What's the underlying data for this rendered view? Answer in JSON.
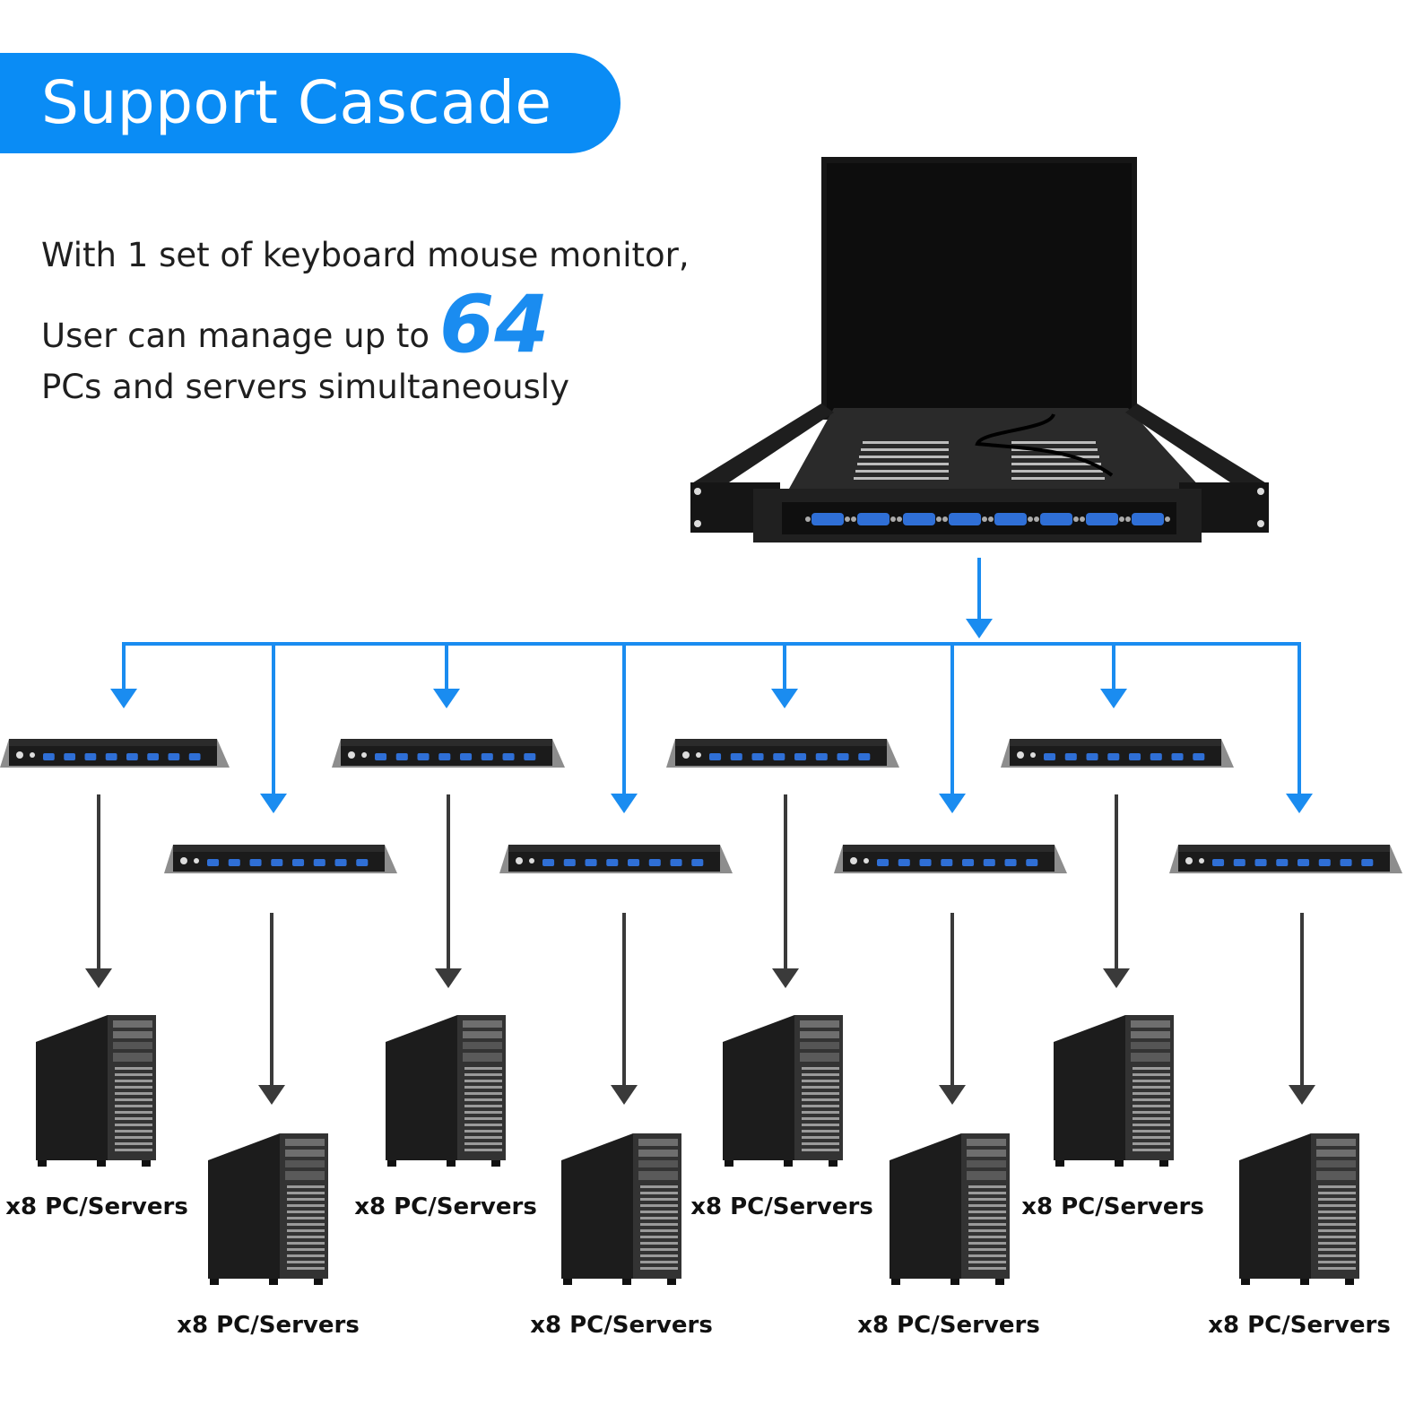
{
  "header": {
    "title": "Support Cascade"
  },
  "intro": {
    "line1": "With 1 set of keyboard mouse monitor,",
    "line2": "User can manage up to",
    "highlight": "64",
    "line3": "PCs and servers simultaneously"
  },
  "nodes": [
    {
      "label": "x8 PC/Servers"
    },
    {
      "label": "x8 PC/Servers"
    },
    {
      "label": "x8 PC/Servers"
    },
    {
      "label": "x8 PC/Servers"
    },
    {
      "label": "x8 PC/Servers"
    },
    {
      "label": "x8 PC/Servers"
    },
    {
      "label": "x8 PC/Servers"
    },
    {
      "label": "x8 PC/Servers"
    }
  ],
  "colors": {
    "accent": "#0a8cf5",
    "flow_arrow": "#1a8cf0",
    "device_arrow": "#3a3a3a",
    "device": "#1b1b1b",
    "port": "#2f6fd6"
  },
  "icons": {
    "console": "rackmount-lcd-kvm-console",
    "switch": "8-port-kvm-switch",
    "server": "tower-server"
  }
}
